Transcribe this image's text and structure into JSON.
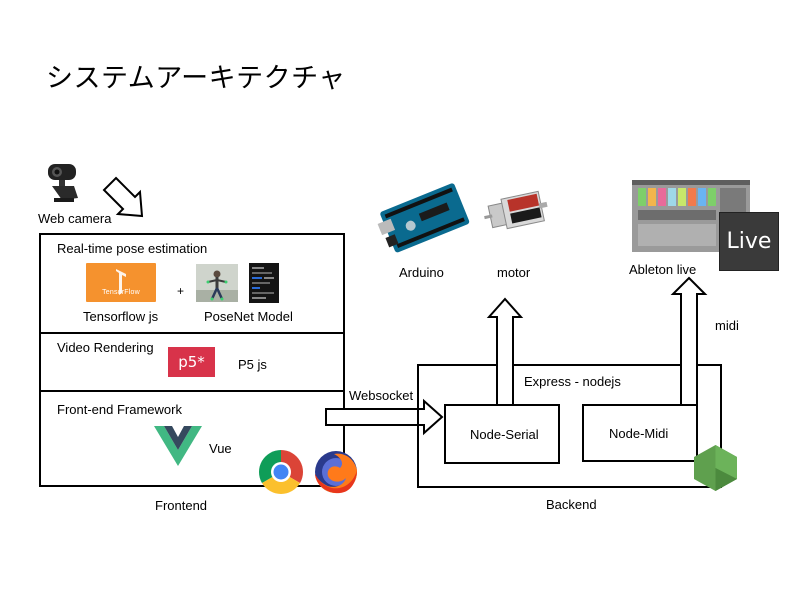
{
  "title": "システムアーキテクチャ",
  "webcam": {
    "label": "Web camera"
  },
  "frontend": {
    "caption": "Frontend",
    "pose": {
      "heading": "Real-time pose estimation",
      "tf_logo_text": "TensorFlow",
      "plus": "+",
      "tf_label": "Tensorflow js",
      "posenet_label": "PoseNet Model"
    },
    "video": {
      "heading": "Video Rendering",
      "p5_logo_text": "p5*",
      "p5_label": "P5 js"
    },
    "framework": {
      "heading": "Front-end Framework",
      "vue_label": "Vue"
    }
  },
  "websocket": {
    "label": "Websocket"
  },
  "backend": {
    "caption": "Backend",
    "express_label": "Express - nodejs",
    "node_serial": "Node-Serial",
    "node_midi": "Node-Midi"
  },
  "arduino": {
    "label": "Arduino"
  },
  "motor": {
    "label": "motor"
  },
  "ableton": {
    "label": "Ableton live",
    "logo_text": "Live"
  },
  "midi": {
    "label": "midi"
  }
}
